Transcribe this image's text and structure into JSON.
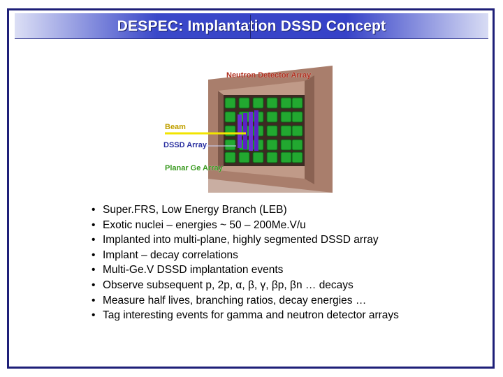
{
  "slide": {
    "title": "DESPEC: Implantation DSSD Concept"
  },
  "figure": {
    "labels": {
      "neutron": "Neutron Detector Array",
      "beam": "Beam",
      "dssd": "DSSD Array",
      "planar": "Planar Ge Array"
    },
    "colors": {
      "neutron_label": "#b03020",
      "beam_label": "#c0a000",
      "dssd_label": "#2a30a0",
      "planar_label": "#3a9a20",
      "frame_brown": "#a97e6c",
      "cube_green": "#22a830",
      "dssd_purple": "#6a2ed0",
      "beam_line": "#f2e400"
    }
  },
  "bullets": [
    "Super.FRS, Low Energy Branch (LEB)",
    "Exotic nuclei – energies ~ 50 – 200Me.V/u",
    "Implanted into multi-plane, highly segmented  DSSD array",
    "Implant – decay correlations",
    "Multi-Ge.V  DSSD implantation events",
    "Observe subsequent p, 2p, α, β, γ, βp, βn … decays",
    "Measure half lives, branching ratios, decay energies …",
    "Tag interesting events for gamma and neutron detector arrays"
  ],
  "bullet_char": "•"
}
